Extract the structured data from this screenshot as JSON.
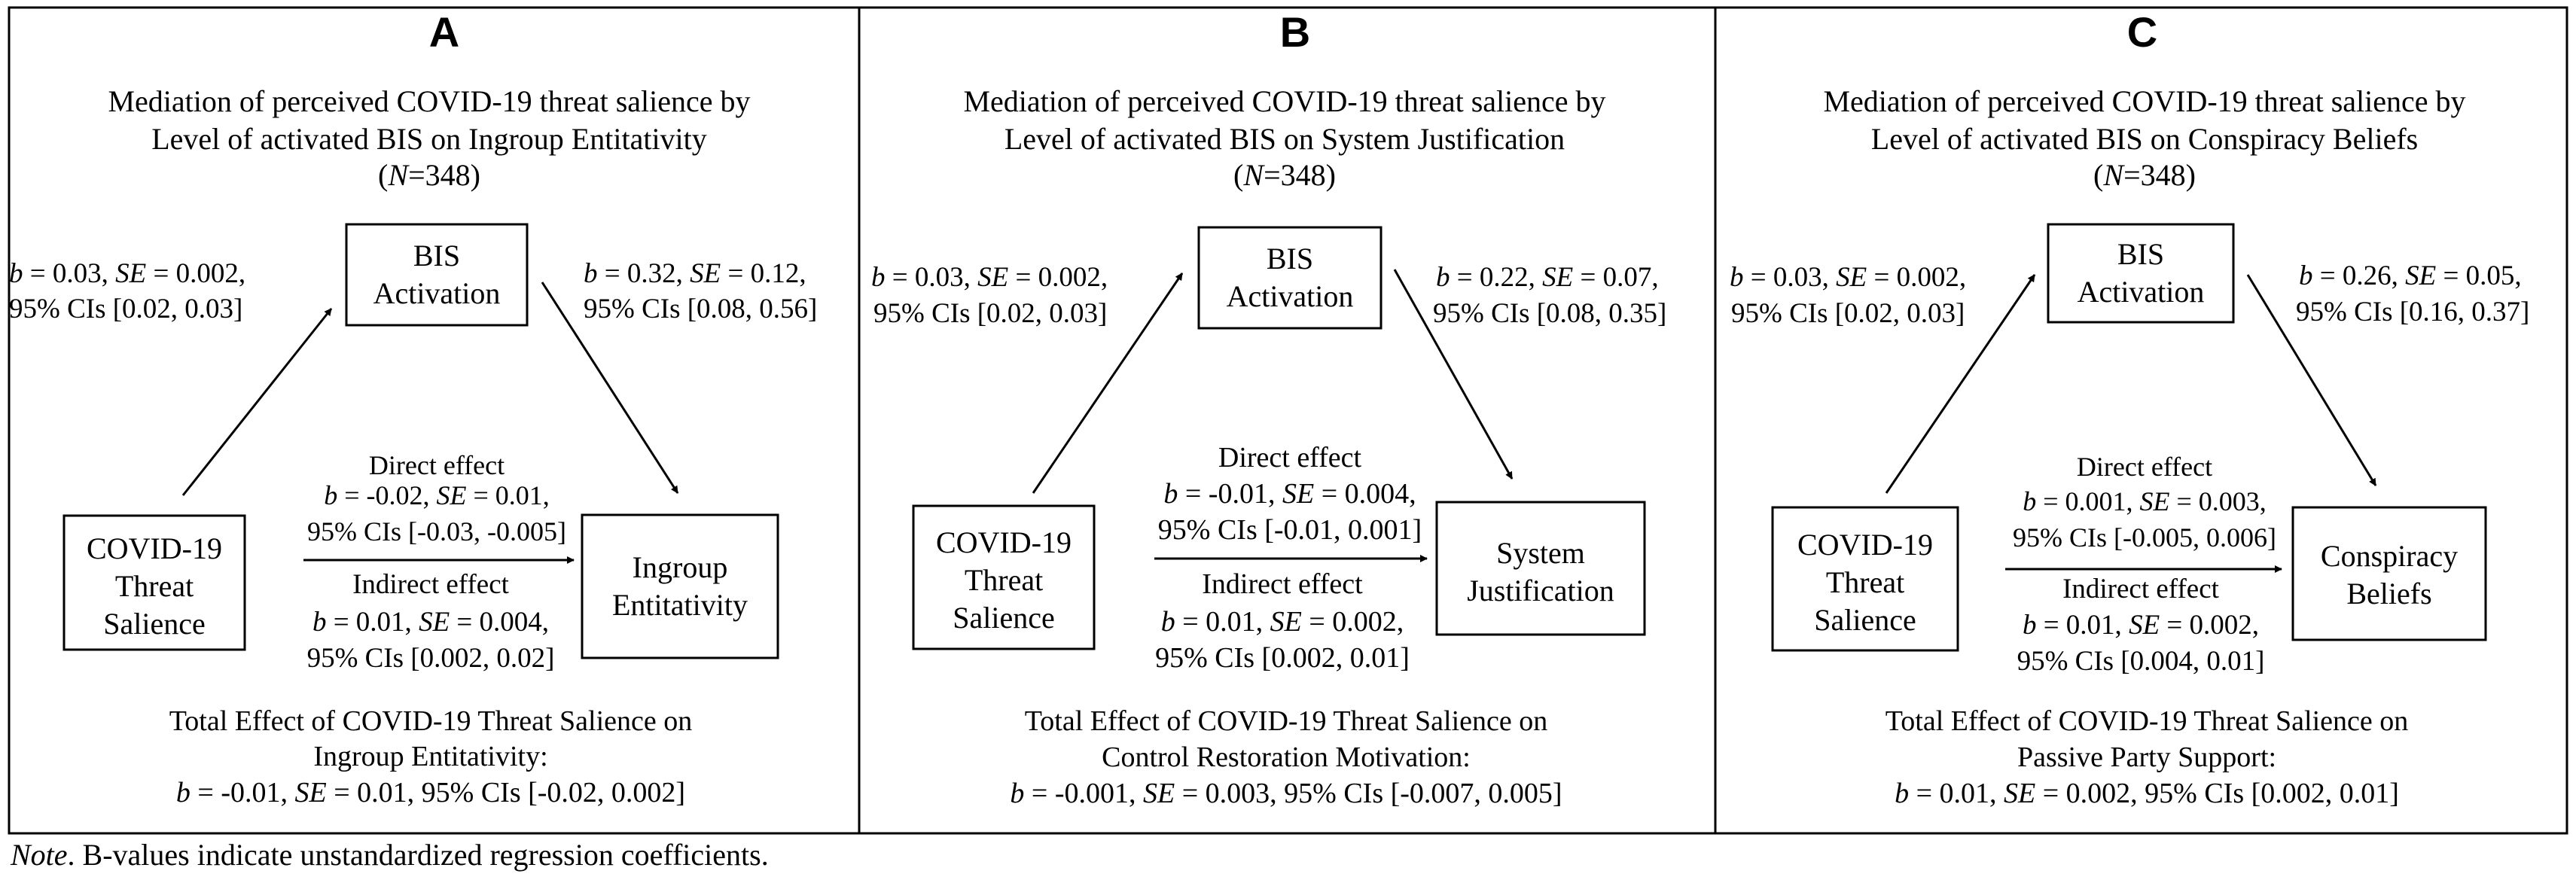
{
  "panels": [
    {
      "letter": "A",
      "title_line1": "Mediation of perceived COVID-19 threat salience by",
      "title_line2": "Level of activated BIS on Ingroup Entitativity",
      "sample": "(N=348)",
      "mediator": [
        "BIS",
        "Activation"
      ],
      "predictor": [
        "COVID-19",
        "Threat",
        "Salience"
      ],
      "outcome": [
        "Ingroup",
        "Entitativity"
      ],
      "path_a": [
        "b = 0.03, SE = 0.002,",
        "95% CIs [0.02, 0.03]"
      ],
      "path_b": [
        "b = 0.32, SE = 0.12,",
        "95% CIs [0.08, 0.56]"
      ],
      "direct": [
        "Direct effect",
        "b = -0.02, SE = 0.01,",
        "95% CIs [-0.03, -0.005]"
      ],
      "indirect": [
        "Indirect effect",
        "b = 0.01, SE = 0.004,",
        "95% CIs [0.002, 0.02]"
      ],
      "total": [
        "Total Effect of COVID-19 Threat Salience on",
        "Ingroup Entitativity:",
        "b = -0.01, SE = 0.01, 95% CIs [-0.02, 0.002]"
      ]
    },
    {
      "letter": "B",
      "title_line1": "Mediation of perceived COVID-19 threat salience by",
      "title_line2": "Level of activated BIS on System Justification",
      "sample": "(N=348)",
      "mediator": [
        "BIS",
        "Activation"
      ],
      "predictor": [
        "COVID-19",
        "Threat",
        "Salience"
      ],
      "outcome": [
        "System",
        "Justification"
      ],
      "path_a": [
        "b = 0.03, SE = 0.002,",
        "95% CIs [0.02, 0.03]"
      ],
      "path_b": [
        "b = 0.22, SE = 0.07,",
        "95% CIs [0.08, 0.35]"
      ],
      "direct": [
        "Direct effect",
        "b = -0.01, SE = 0.004,",
        "95% CIs [-0.01, 0.001]"
      ],
      "indirect": [
        "Indirect effect",
        "b = 0.01, SE = 0.002,",
        "95% CIs [0.002, 0.01]"
      ],
      "total": [
        "Total Effect of COVID-19 Threat Salience on",
        "Control Restoration Motivation:",
        "b = -0.001, SE = 0.003, 95% CIs [-0.007, 0.005]"
      ]
    },
    {
      "letter": "C",
      "title_line1": "Mediation of perceived COVID-19 threat salience by",
      "title_line2": "Level of activated BIS on Conspiracy Beliefs",
      "sample": "(N=348)",
      "mediator": [
        "BIS",
        "Activation"
      ],
      "predictor": [
        "COVID-19",
        "Threat",
        "Salience"
      ],
      "outcome": [
        "Conspiracy",
        "Beliefs"
      ],
      "path_a": [
        "b = 0.03, SE = 0.002,",
        "95% CIs [0.02, 0.03]"
      ],
      "path_b": [
        "b = 0.26, SE = 0.05,",
        "95% CIs [0.16, 0.37]"
      ],
      "direct": [
        "Direct effect",
        "b = 0.001, SE = 0.003,",
        "95% CIs [-0.005, 0.006]"
      ],
      "indirect": [
        "Indirect effect",
        "b = 0.01, SE = 0.002,",
        "95% CIs [0.004, 0.01]"
      ],
      "total": [
        "Total Effect of COVID-19 Threat Salience on",
        "Passive Party Support:",
        "b = 0.01, SE = 0.002, 95% CIs [0.002, 0.01]"
      ]
    }
  ],
  "note": {
    "label": "Note",
    "text": ". B-values indicate unstandardized regression coefficients."
  }
}
